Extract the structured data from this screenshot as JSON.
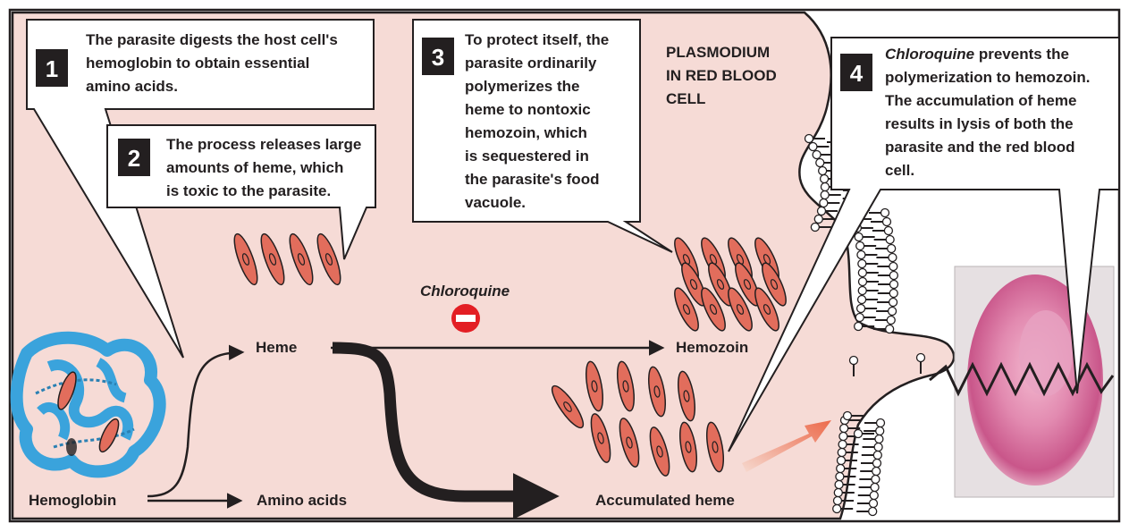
{
  "title": "PLASMODIUM IN RED BLOOD CELL",
  "title_lines": [
    "PLASMODIUM",
    "IN RED BLOOD",
    "CELL"
  ],
  "colors": {
    "cell_fill": "#f6dbd6",
    "border": "#231f20",
    "heme_fill": "#e26d5c",
    "hemoglobin_blue": "#3aa3dc",
    "rbc_pink": "#d86f9d",
    "inhibitor_red": "#e31e24",
    "arrow_orange": "#ee7b5b"
  },
  "callouts": [
    {
      "number": "1",
      "lines": [
        "The parasite digests the host cell's",
        "hemoglobin to obtain essential",
        "amino acids."
      ]
    },
    {
      "number": "2",
      "lines": [
        "The process releases large",
        "amounts of  heme, which",
        "is toxic to the parasite."
      ]
    },
    {
      "number": "3",
      "lines": [
        "To protect itself, the",
        "parasite ordinarily",
        "polymerizes the",
        "heme to nontoxic",
        "hemozoin, which",
        "is sequestered in",
        "the parasite's food",
        "vacuole."
      ]
    },
    {
      "number": "4",
      "lines_italic_lead": "Chloroquine",
      "lines": [
        " prevents the",
        "polymerization to hemozoin.",
        "The accumulation of heme",
        "results in lysis of both the",
        "parasite and the red blood",
        "cell."
      ]
    }
  ],
  "labels": {
    "hemoglobin": "Hemoglobin",
    "heme": "Heme",
    "amino_acids": "Amino acids",
    "hemozoin": "Hemozoin",
    "accumulated_heme": "Accumulated heme",
    "chloroquine": "Chloroquine"
  },
  "icons": {
    "inhibitor": "minus-circle-icon",
    "hemoglobin": "hemoglobin-molecule-icon",
    "heme": "heme-disc-icon",
    "rbc": "red-blood-cell-icon"
  }
}
